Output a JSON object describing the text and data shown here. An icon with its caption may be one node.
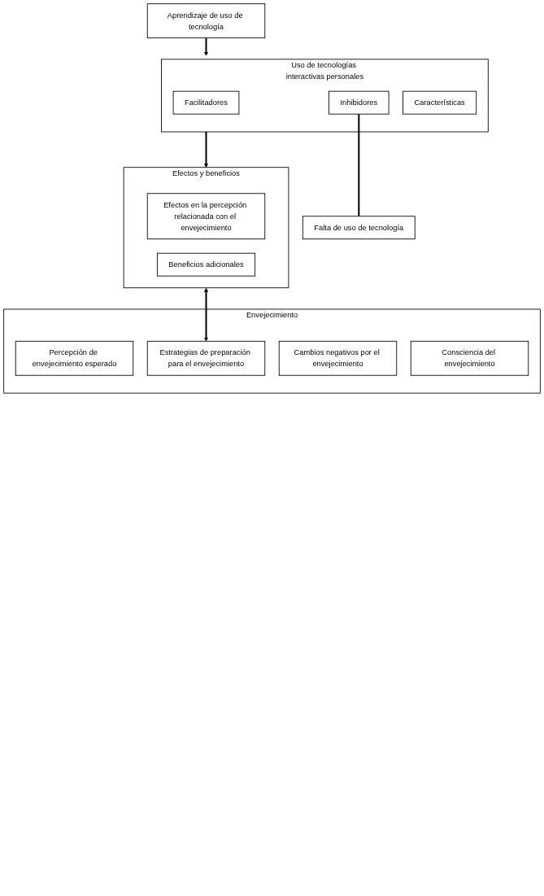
{
  "diagram": {
    "nodes": [
      {
        "text": [
          "Aprendizaje de uso de tecnología"
        ]
      },
      {
        "text": [
          "Uso de tecnologías interactivas personales"
        ]
      },
      {
        "text": [
          "Facilitadores"
        ],
        "in": 1
      },
      {
        "text": [
          "Inhibidores"
        ],
        "in": 1
      },
      {
        "text": [
          "Características"
        ],
        "in": 1
      },
      {
        "text": [
          "Falta de uso de tecnología"
        ]
      },
      {
        "text": [
          "Efectos y beneficios"
        ]
      },
      {
        "text": [
          "Efectos en la percepción relacionada con el envejecimiento"
        ],
        "in": 6
      },
      {
        "text": [
          "Beneficios adicionales"
        ],
        "in": 6
      },
      {
        "text": [
          "Envejecimiento"
        ]
      },
      {
        "text": [
          "Percepción de envejecimiento esperado"
        ],
        "in": 9
      },
      {
        "text": [
          "Estrategias de preparación para el envejecimiento"
        ],
        "in": 9
      },
      {
        "text": [
          "Cambios negativos por el envejecimiento"
        ],
        "in": 9
      },
      {
        "text": [
          "Consciencia del envejecimiento"
        ],
        "in": 9
      }
    ],
    "edges": [
      {
        "from": 0,
        "to": 1,
        "arrow": "to"
      },
      {
        "from": 3,
        "to": 5,
        "arrow": "none"
      },
      {
        "from": 1,
        "to": 6,
        "arrow": "to"
      },
      {
        "from": 6,
        "to": 11,
        "arrow": "both"
      }
    ]
  }
}
